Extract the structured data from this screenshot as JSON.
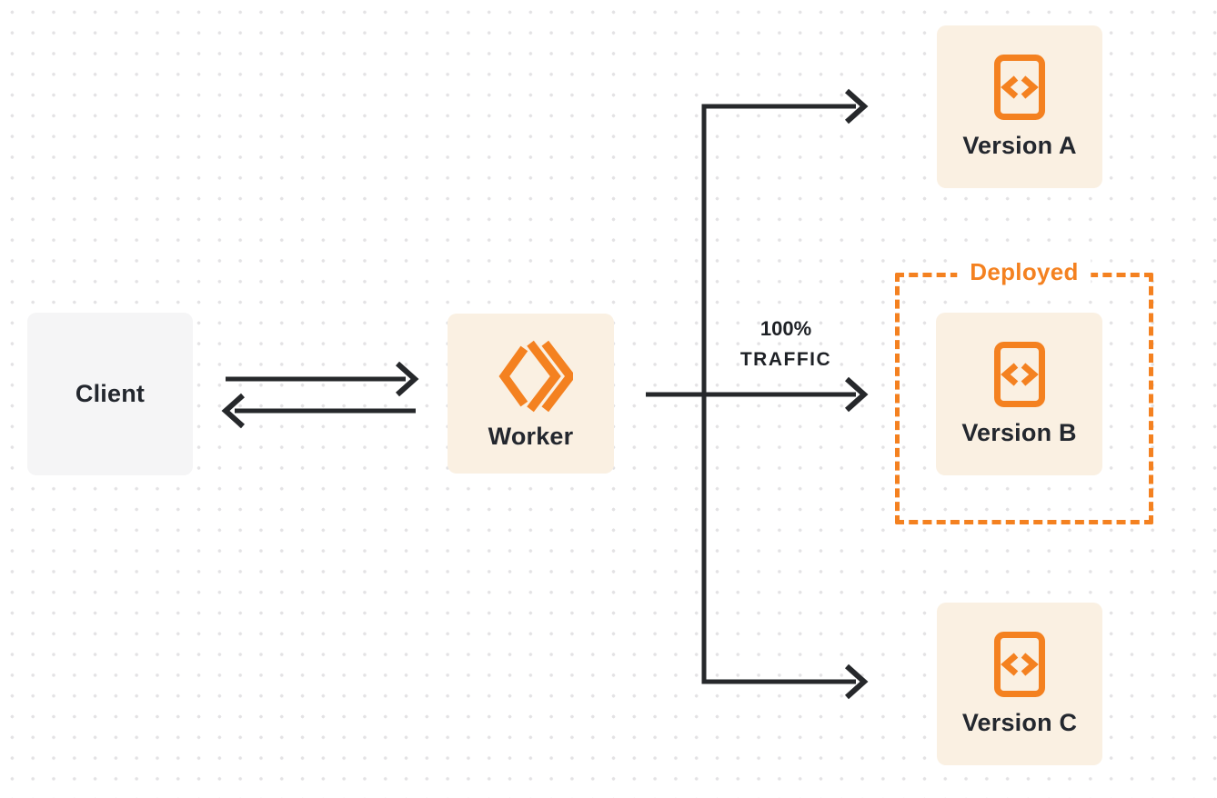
{
  "diagram": {
    "title": "worker-traffic-routing-diagram",
    "colors": {
      "accent_orange": "#f48120",
      "node_cream": "#faf0e2",
      "node_gray": "#f5f5f6",
      "ink": "#23272e",
      "arrow": "#26282b",
      "dot_grid": "#e3e2e4"
    },
    "nodes": {
      "client": {
        "label": "Client"
      },
      "worker": {
        "label": "Worker",
        "icon": "workers-double-chevron-icon"
      },
      "version_a": {
        "label": "Version A",
        "icon": "code-file-icon"
      },
      "version_b": {
        "label": "Version B",
        "icon": "code-file-icon"
      },
      "version_c": {
        "label": "Version C",
        "icon": "code-file-icon"
      }
    },
    "annotations": {
      "deployed_label": "Deployed",
      "traffic_line1": "100%",
      "traffic_line2": "TRAFFIC"
    },
    "edges": [
      {
        "from": "client",
        "to": "worker",
        "style": "arrow-right"
      },
      {
        "from": "worker",
        "to": "client",
        "style": "arrow-left"
      },
      {
        "from": "worker",
        "to": "version_a",
        "style": "arrow-right"
      },
      {
        "from": "worker",
        "to": "version_b",
        "style": "arrow-right",
        "label": "100% TRAFFIC"
      },
      {
        "from": "worker",
        "to": "version_c",
        "style": "arrow-right"
      }
    ]
  }
}
